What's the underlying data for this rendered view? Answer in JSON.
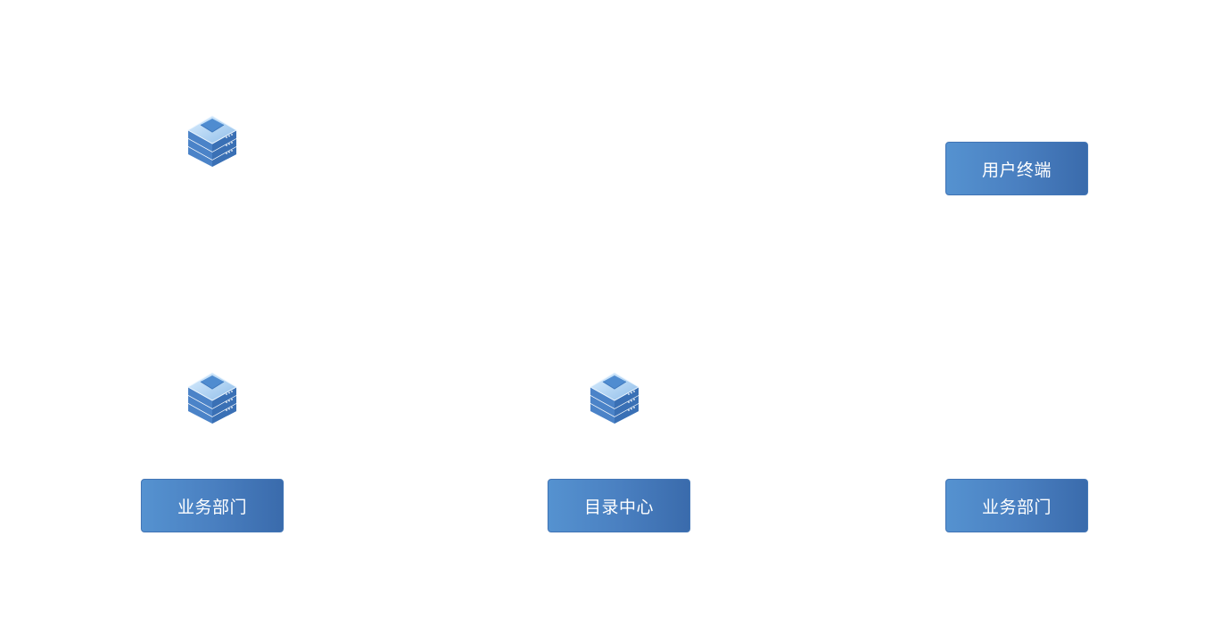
{
  "diagram": {
    "type": "network-topology",
    "background_color": "#ffffff",
    "box_colors": {
      "gradient_start": "#5592d0",
      "gradient_end": "#3a6bac",
      "border": "#3f74b6",
      "text": "#ffffff"
    },
    "server_icon_colors": {
      "top_light": "#cfe6fb",
      "top_mid": "#9cc6ee",
      "inset": "#4f8cd0",
      "side_front": "#4b83c8",
      "side_dark": "#356bb0",
      "separator": "#ffffff"
    },
    "nodes": [
      {
        "id": "server-top-left",
        "kind": "server",
        "icon": "server-stack-icon",
        "label": ""
      },
      {
        "id": "server-bottom-left",
        "kind": "server",
        "icon": "server-stack-icon",
        "label": ""
      },
      {
        "id": "server-bottom-center",
        "kind": "server",
        "icon": "server-stack-icon",
        "label": ""
      },
      {
        "id": "box-user-terminal",
        "kind": "box",
        "label": "用户终端"
      },
      {
        "id": "box-business-dept-left",
        "kind": "box",
        "label": "业务部门"
      },
      {
        "id": "box-directory-center",
        "kind": "box",
        "label": "目录中心"
      },
      {
        "id": "box-business-dept-right",
        "kind": "box",
        "label": "业务部门"
      }
    ],
    "edges": []
  }
}
